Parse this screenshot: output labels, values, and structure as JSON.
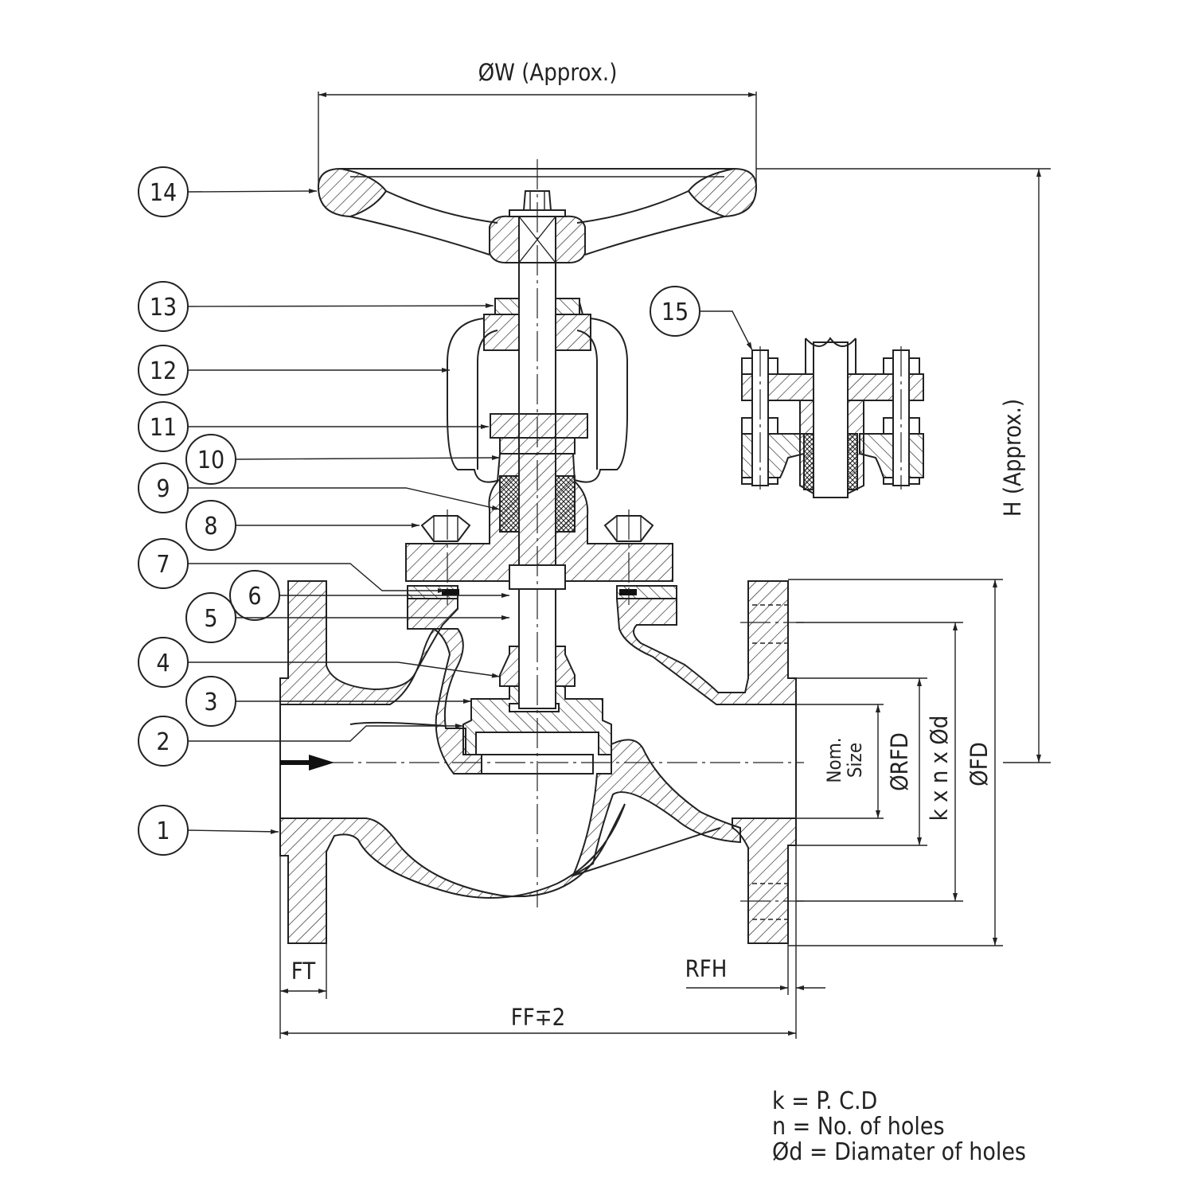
{
  "dimensions": {
    "handwheel_dia": "ØW (Approx.)",
    "height": "H (Approx.)",
    "flange_dia": "ØFD",
    "pcd_holes": "k x n x Ød",
    "raised_face_dia": "ØRFD",
    "nom_size_line1": "Nom.",
    "nom_size_line2": "Size",
    "flange_thickness": "FT",
    "raised_face_height": "RFH",
    "face_to_face": "FF∓2"
  },
  "balloons": [
    "1",
    "2",
    "3",
    "4",
    "5",
    "6",
    "7",
    "8",
    "9",
    "10",
    "11",
    "12",
    "13",
    "14",
    "15"
  ],
  "legend": [
    "k = P. C.D",
    "n = No. of holes",
    "Ød = Diamater of holes"
  ]
}
